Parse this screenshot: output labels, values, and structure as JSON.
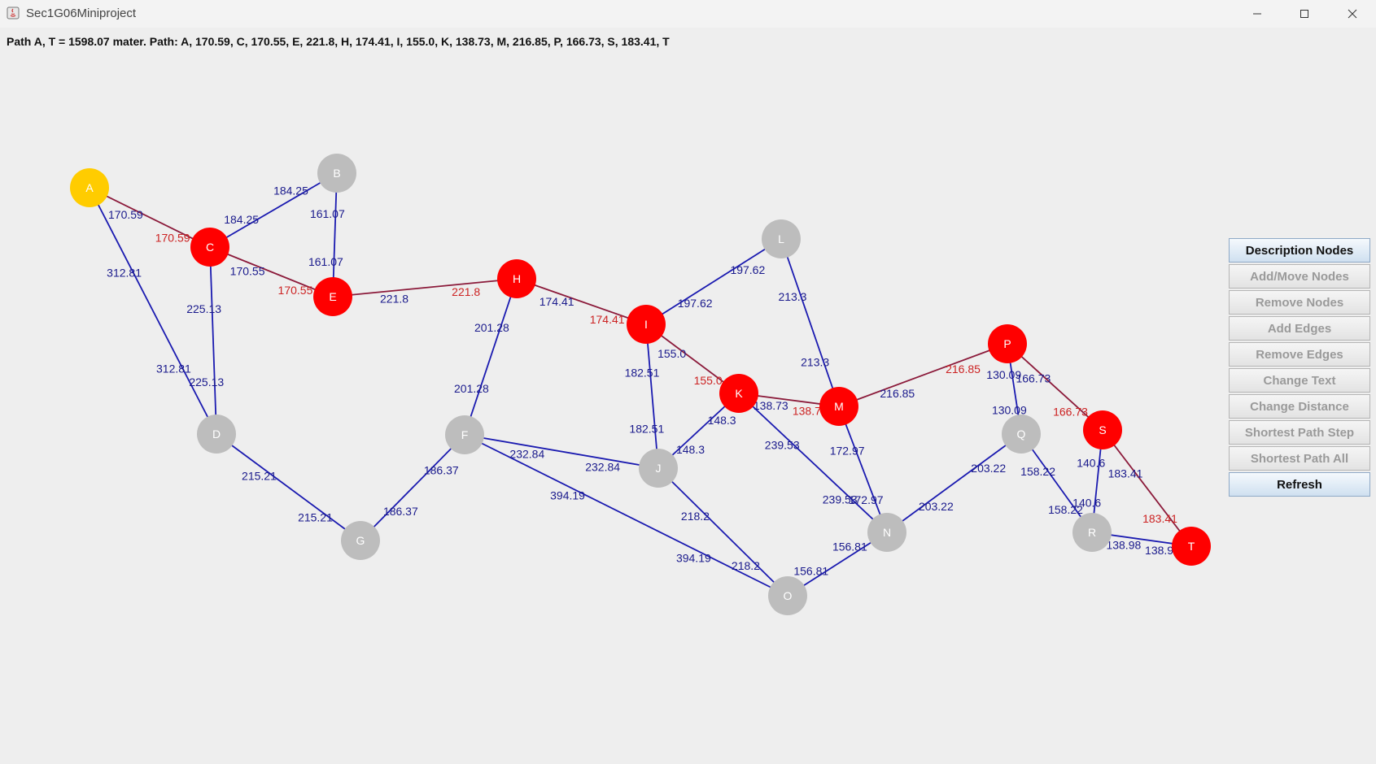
{
  "window": {
    "title": "Sec1G06Miniproject"
  },
  "status": {
    "text": "Path A, T = 1598.07 mater. Path: A, 170.59, C, 170.55, E, 221.8, H, 174.41, I, 155.0, K, 138.73, M, 216.85, P, 166.73, S, 183.41, T"
  },
  "colors": {
    "start_node": "#ffcc00",
    "path_node": "#ff0000",
    "normal_node": "#bdbdbd",
    "edge": "#1a1ab0",
    "path_edge": "#8b1a3a",
    "edge_label": "#1a1a8c",
    "path_label": "#cc2222"
  },
  "buttons": [
    {
      "label": "Description Nodes",
      "active": true
    },
    {
      "label": "Add/Move Nodes",
      "active": false
    },
    {
      "label": "Remove Nodes",
      "active": false
    },
    {
      "label": "Add Edges",
      "active": false
    },
    {
      "label": "Remove Edges",
      "active": false
    },
    {
      "label": "Change Text",
      "active": false
    },
    {
      "label": "Change Distance",
      "active": false
    },
    {
      "label": "Shortest Path Step",
      "active": false
    },
    {
      "label": "Shortest Path All",
      "active": false
    },
    {
      "label": "Refresh",
      "active": true
    }
  ],
  "graph": {
    "nodes": [
      {
        "id": "A",
        "state": "start"
      },
      {
        "id": "B",
        "state": "normal"
      },
      {
        "id": "C",
        "state": "path"
      },
      {
        "id": "D",
        "state": "normal"
      },
      {
        "id": "E",
        "state": "path"
      },
      {
        "id": "F",
        "state": "normal"
      },
      {
        "id": "G",
        "state": "normal"
      },
      {
        "id": "H",
        "state": "path"
      },
      {
        "id": "I",
        "state": "path"
      },
      {
        "id": "J",
        "state": "normal"
      },
      {
        "id": "K",
        "state": "path"
      },
      {
        "id": "L",
        "state": "normal"
      },
      {
        "id": "M",
        "state": "path"
      },
      {
        "id": "N",
        "state": "normal"
      },
      {
        "id": "O",
        "state": "normal"
      },
      {
        "id": "P",
        "state": "path"
      },
      {
        "id": "Q",
        "state": "normal"
      },
      {
        "id": "R",
        "state": "normal"
      },
      {
        "id": "S",
        "state": "path"
      },
      {
        "id": "T",
        "state": "path"
      }
    ],
    "edges": [
      {
        "from": "A",
        "to": "C",
        "weight": "170.59",
        "path": true
      },
      {
        "from": "A",
        "to": "D",
        "weight": "312.81",
        "path": false
      },
      {
        "from": "B",
        "to": "C",
        "weight": "184.25",
        "path": false
      },
      {
        "from": "B",
        "to": "E",
        "weight": "161.07",
        "path": false
      },
      {
        "from": "C",
        "to": "E",
        "weight": "170.55",
        "path": true
      },
      {
        "from": "C",
        "to": "D",
        "weight": "225.13",
        "path": false
      },
      {
        "from": "E",
        "to": "H",
        "weight": "221.8",
        "path": true
      },
      {
        "from": "H",
        "to": "I",
        "weight": "174.41",
        "path": true
      },
      {
        "from": "H",
        "to": "F",
        "weight": "201.28",
        "path": false
      },
      {
        "from": "D",
        "to": "G",
        "weight": "215.21",
        "path": false
      },
      {
        "from": "G",
        "to": "F",
        "weight": "186.37",
        "path": false
      },
      {
        "from": "F",
        "to": "J",
        "weight": "232.84",
        "path": false
      },
      {
        "from": "F",
        "to": "O",
        "weight": "394.19",
        "path": false
      },
      {
        "from": "I",
        "to": "L",
        "weight": "197.62",
        "path": false
      },
      {
        "from": "I",
        "to": "K",
        "weight": "155.0",
        "path": true
      },
      {
        "from": "I",
        "to": "J",
        "weight": "182.51",
        "path": false
      },
      {
        "from": "J",
        "to": "K",
        "weight": "148.3",
        "path": false
      },
      {
        "from": "J",
        "to": "O",
        "weight": "218.2",
        "path": false
      },
      {
        "from": "L",
        "to": "M",
        "weight": "213.3",
        "path": false
      },
      {
        "from": "K",
        "to": "M",
        "weight": "138.73",
        "path": true
      },
      {
        "from": "K",
        "to": "N",
        "weight": "239.53",
        "path": false
      },
      {
        "from": "M",
        "to": "P",
        "weight": "216.85",
        "path": true
      },
      {
        "from": "M",
        "to": "N",
        "weight": "172.97",
        "path": false
      },
      {
        "from": "N",
        "to": "O",
        "weight": "156.81",
        "path": false
      },
      {
        "from": "N",
        "to": "Q",
        "weight": "203.22",
        "path": false
      },
      {
        "from": "P",
        "to": "Q",
        "weight": "130.09",
        "path": false
      },
      {
        "from": "P",
        "to": "S",
        "weight": "166.73",
        "path": true
      },
      {
        "from": "Q",
        "to": "R",
        "weight": "158.22",
        "path": false
      },
      {
        "from": "S",
        "to": "R",
        "weight": "140.6",
        "path": false
      },
      {
        "from": "S",
        "to": "T",
        "weight": "183.41",
        "path": true
      },
      {
        "from": "R",
        "to": "T",
        "weight": "138.98",
        "path": false
      }
    ]
  }
}
